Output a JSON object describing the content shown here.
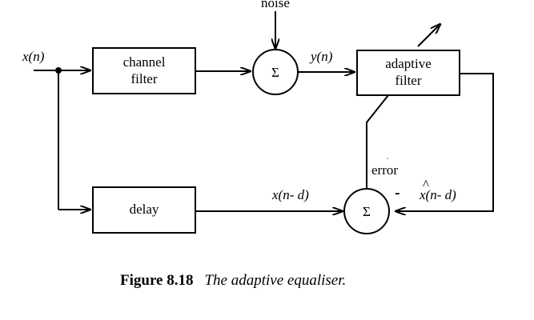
{
  "diagram": {
    "input_label": "x(n)",
    "noise_label": "noise",
    "channel_filter": {
      "line1": "channel",
      "line2": "filter"
    },
    "sum_symbol": "Σ",
    "y_label": "y(n)",
    "adaptive_filter": {
      "line1": "adaptive",
      "line2": "filter"
    },
    "delay_label": "delay",
    "delayed_signal_label": "x(n- d)",
    "error_label": "error",
    "minus_sign": "-",
    "estimate_label": "x(n- d)",
    "estimate_hat": "^"
  },
  "caption": {
    "number": "Figure 8.18",
    "title": "The adaptive equaliser."
  }
}
